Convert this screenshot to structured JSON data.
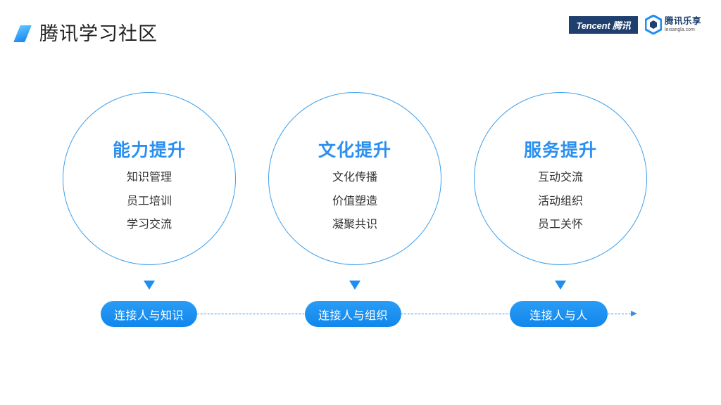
{
  "header": {
    "title": "腾讯学习社区",
    "logo_tencent": "Tencent 腾讯",
    "logo_lexiang_cn": "腾讯乐享",
    "logo_lexiang_en": "lexiangla.com"
  },
  "colors": {
    "accent": "#2b8ff0",
    "pill": "#1187ec",
    "circle_border": "#3ea0ea",
    "logo_navy": "#1f3f6e"
  },
  "pillars": [
    {
      "title": "能力提升",
      "items": [
        "知识管理",
        "员工培训",
        "学习交流"
      ],
      "connect": "连接人与知识"
    },
    {
      "title": "文化提升",
      "items": [
        "文化传播",
        "价值塑造",
        "凝聚共识"
      ],
      "connect": "连接人与组织"
    },
    {
      "title": "服务提升",
      "items": [
        "互动交流",
        "活动组织",
        "员工关怀"
      ],
      "connect": "连接人与人"
    }
  ]
}
